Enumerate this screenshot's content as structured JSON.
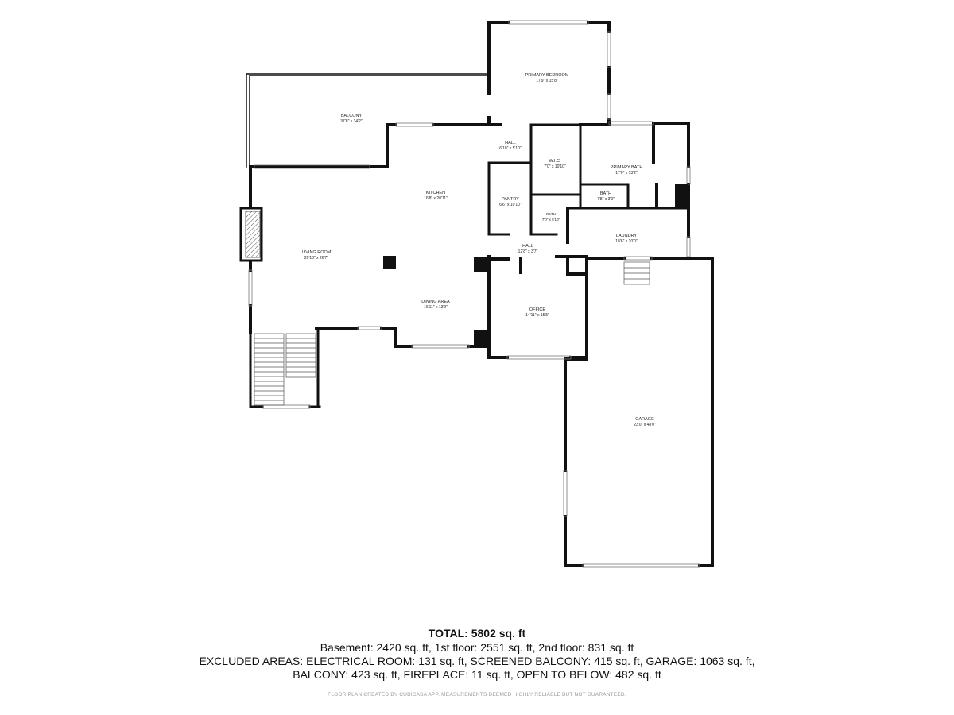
{
  "rooms": [
    {
      "id": "balcony",
      "name": "BALCONY",
      "dims": "37'8\" x 14'2\""
    },
    {
      "id": "primary-bedroom",
      "name": "PRIMARY BEDROOM",
      "dims": "17'9\" x 15'8\""
    },
    {
      "id": "hall-upper",
      "name": "HALL",
      "dims": "6'10\" x 5'10\""
    },
    {
      "id": "wic",
      "name": "W.I.C.",
      "dims": "7'0\" x 10'10\""
    },
    {
      "id": "primary-bath",
      "name": "PRIMARY BATH",
      "dims": "17'0\" x 13'2\""
    },
    {
      "id": "kitchen",
      "name": "KITCHEN",
      "dims": "16'8\" x 20'11\""
    },
    {
      "id": "pantry",
      "name": "PANTRY",
      "dims": "6'6\" x 10'10\""
    },
    {
      "id": "bath-small",
      "name": "BATH",
      "dims": "7'0\" x 5'10\""
    },
    {
      "id": "bath-primary-wc",
      "name": "BATH",
      "dims": "7'8\" x 3'9\""
    },
    {
      "id": "laundry",
      "name": "LAUNDRY",
      "dims": "18'6\" x 10'0\""
    },
    {
      "id": "hall-lower",
      "name": "HALL",
      "dims": "12'8\" x 3'7\""
    },
    {
      "id": "living-room",
      "name": "LIVING ROOM",
      "dims": "20'10\" x 26'7\""
    },
    {
      "id": "dining-area",
      "name": "DINING AREA",
      "dims": "16'11\" x 13'9\""
    },
    {
      "id": "office",
      "name": "OFFICE",
      "dims": "14'11\" x 15'5\""
    },
    {
      "id": "garage",
      "name": "GARAGE",
      "dims": "23'0\" x 48'0\""
    }
  ],
  "summary": {
    "total": "TOTAL: 5802 sq. ft",
    "line1": "Basement: 2420 sq. ft, 1st floor: 2551 sq. ft, 2nd floor: 831 sq. ft",
    "line2": "EXCLUDED AREAS: ELECTRICAL ROOM: 131 sq. ft, SCREENED BALCONY: 415 sq. ft, GARAGE: 1063 sq. ft,",
    "line3": "BALCONY: 423 sq. ft, FIREPLACE: 11 sq. ft, OPEN TO BELOW: 482 sq. ft"
  },
  "credit": "FLOOR PLAN CREATED BY CUBICASA APP. MEASUREMENTS DEEMED HIGHLY RELIABLE BUT NOT GUARANTEED."
}
